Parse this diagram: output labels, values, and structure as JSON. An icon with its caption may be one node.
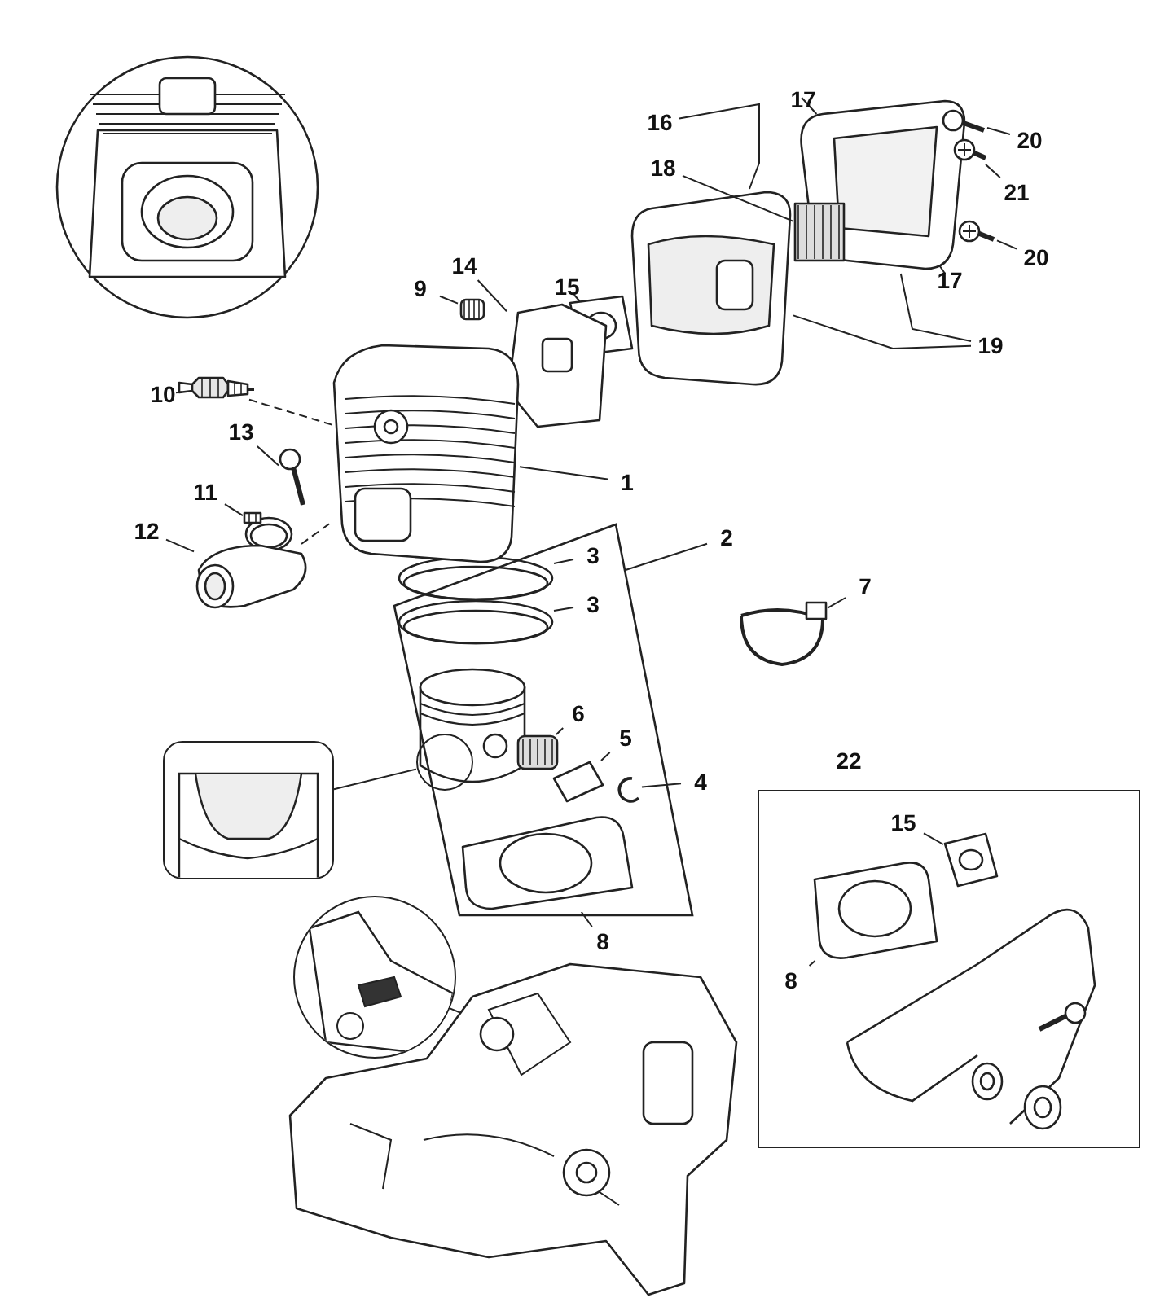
{
  "diagram": {
    "nodes": [
      {
        "text": [
          "16"
        ]
      },
      {
        "text": [
          "17"
        ]
      },
      {
        "text": [
          "20"
        ]
      },
      {
        "text": [
          "18"
        ]
      },
      {
        "text": [
          "21"
        ]
      },
      {
        "text": [
          "9"
        ]
      },
      {
        "text": [
          "14"
        ]
      },
      {
        "text": [
          "15"
        ]
      },
      {
        "text": [
          "20"
        ]
      },
      {
        "text": [
          "17"
        ]
      },
      {
        "text": [
          "19"
        ]
      },
      {
        "text": [
          "10"
        ]
      },
      {
        "text": [
          "13"
        ]
      },
      {
        "text": [
          "1"
        ]
      },
      {
        "text": [
          "11"
        ]
      },
      {
        "text": [
          "12"
        ]
      },
      {
        "text": [
          "2"
        ]
      },
      {
        "text": [],
        "shape": "box"
      },
      {
        "text": [
          "3"
        ],
        "in": 17
      },
      {
        "text": [
          "7"
        ]
      },
      {
        "text": [
          "3"
        ],
        "in": 17
      },
      {
        "text": [
          "6"
        ],
        "in": 17
      },
      {
        "text": [
          "5"
        ],
        "in": 17
      },
      {
        "text": [],
        "shape": "picture"
      },
      {
        "text": [
          "4"
        ]
      },
      {
        "text": [
          "22"
        ]
      },
      {
        "text": [
          "15"
        ],
        "in": 25
      },
      {
        "text": [
          "8"
        ]
      },
      {
        "text": [
          "8"
        ],
        "in": 25
      },
      {
        "text": [],
        "shape": "picture"
      },
      {
        "text": [],
        "shape": "picture"
      },
      {
        "text": [],
        "shape": "picture"
      },
      {
        "text": [],
        "shape": "picture"
      },
      {
        "text": [],
        "shape": "picture"
      },
      {
        "text": [],
        "shape": "picture"
      },
      {
        "text": [],
        "shape": "picture"
      },
      {
        "text": [],
        "shape": "picture"
      },
      {
        "text": [],
        "shape": "picture"
      },
      {
        "text": [],
        "shape": "picture"
      },
      {
        "text": [],
        "shape": "picture"
      },
      {
        "text": [],
        "shape": "picture"
      },
      {
        "text": [],
        "shape": "picture"
      },
      {
        "text": [],
        "shape": "picture"
      },
      {
        "text": [],
        "shape": "picture"
      },
      {
        "text": [],
        "shape": "picture",
        "in": 17
      },
      {
        "text": [],
        "shape": "picture",
        "in": 17
      },
      {
        "text": [],
        "shape": "circle",
        "in": 17
      },
      {
        "text": [],
        "shape": "picture",
        "in": 17
      },
      {
        "text": [],
        "shape": "picture",
        "in": 17
      },
      {
        "text": [],
        "shape": "picture",
        "in": 17
      },
      {
        "text": [],
        "shape": "picture",
        "in": 17
      },
      {
        "text": [],
        "shape": "picture"
      },
      {
        "text": [],
        "shape": "picture",
        "in": 25
      },
      {
        "text": [],
        "shape": "picture",
        "in": 25
      },
      {
        "text": [],
        "shape": "picture"
      }
    ],
    "edges": [
      {
        "from": 0,
        "to": 35,
        "arrow": "none"
      },
      {
        "from": 1,
        "to": 30,
        "arrow": "none"
      },
      {
        "from": 2,
        "to": 31,
        "arrow": "none"
      },
      {
        "from": 3,
        "to": 33,
        "arrow": "none"
      },
      {
        "from": 4,
        "to": 32,
        "arrow": "none"
      },
      {
        "from": 5,
        "to": 38,
        "arrow": "none"
      },
      {
        "from": 6,
        "to": 37,
        "arrow": "none"
      },
      {
        "from": 7,
        "to": 36,
        "arrow": "none"
      },
      {
        "from": 8,
        "to": 34,
        "arrow": "none"
      },
      {
        "from": 9,
        "to": 30,
        "arrow": "none"
      },
      {
        "from": 10,
        "to": 30,
        "arrow": "none"
      },
      {
        "from": 10,
        "to": 35,
        "arrow": "none"
      },
      {
        "from": 11,
        "to": 40,
        "arrow": "none"
      },
      {
        "from": 12,
        "to": 41,
        "arrow": "none"
      },
      {
        "from": 13,
        "to": 39,
        "arrow": "none"
      },
      {
        "from": 14,
        "to": 42,
        "arrow": "none"
      },
      {
        "from": 15,
        "to": 43,
        "arrow": "none"
      },
      {
        "from": 16,
        "to": 17,
        "arrow": "none"
      },
      {
        "from": 18,
        "to": 44,
        "arrow": "none"
      },
      {
        "from": 19,
        "to": 51,
        "arrow": "none"
      },
      {
        "from": 20,
        "to": 45,
        "arrow": "none"
      },
      {
        "from": 21,
        "to": 47,
        "arrow": "none"
      },
      {
        "from": 22,
        "to": 48,
        "arrow": "none"
      },
      {
        "from": 23,
        "to": 46,
        "arrow": "none"
      },
      {
        "from": 24,
        "to": 49,
        "arrow": "none"
      },
      {
        "from": 26,
        "to": 52,
        "arrow": "none"
      },
      {
        "from": 27,
        "to": 50,
        "arrow": "none"
      },
      {
        "from": 28,
        "to": 53,
        "arrow": "none"
      },
      {
        "from": 29,
        "to": 54,
        "arrow": "none"
      },
      {
        "from": 40,
        "to": 39,
        "arrow": "none",
        "style": "dashed"
      },
      {
        "from": 43,
        "to": 39,
        "arrow": "none",
        "style": "dashed"
      }
    ]
  }
}
